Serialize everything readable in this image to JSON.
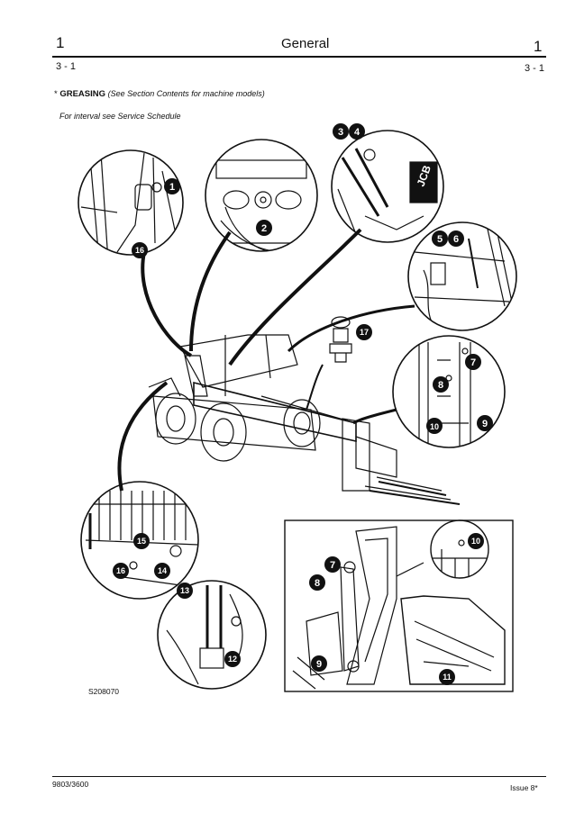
{
  "header": {
    "section_number_left": "1",
    "title": "General",
    "section_number_right": "1",
    "page_left": "3 - 1",
    "page_right": "3 - 1"
  },
  "heading": {
    "bullet": "*",
    "title": "GREASING",
    "note": "(See Section Contents for machine models)"
  },
  "interval_note": "For interval see Service Schedule",
  "figure": {
    "code": "S208070",
    "brand_label": "JCB",
    "callouts": [
      "1",
      "2",
      "3",
      "4",
      "5",
      "6",
      "7",
      "8",
      "9",
      "10",
      "11",
      "12",
      "13",
      "14",
      "15",
      "16",
      "17"
    ]
  },
  "footer": {
    "doc_number": "9803/3600",
    "issue": "Issue 8*"
  }
}
